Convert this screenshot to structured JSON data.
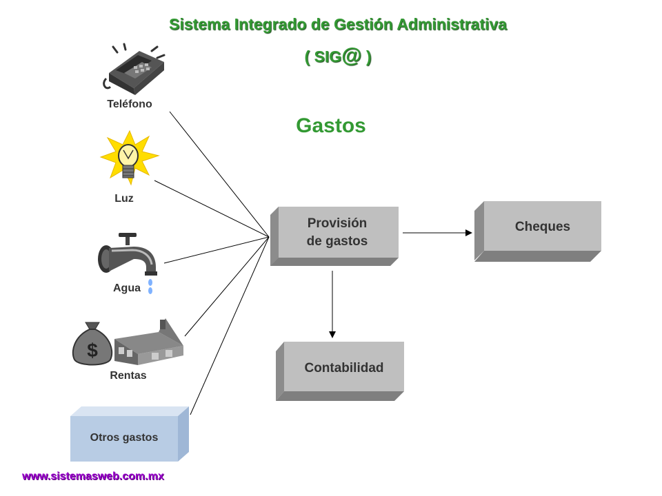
{
  "header": {
    "title": "Sistema Integrado de Gestión Administrativa",
    "subtitle_left": "( SIG",
    "subtitle_at": "@",
    "subtitle_right": " )"
  },
  "diagram": {
    "section_title": "Gastos",
    "sources": [
      {
        "label": "Teléfono",
        "icon": "telephone-icon"
      },
      {
        "label": "Luz",
        "icon": "lightbulb-icon"
      },
      {
        "label": "Agua",
        "icon": "water-faucet-icon"
      },
      {
        "label": "Rentas",
        "icon": "money-bag-house-icon"
      },
      {
        "label": "Otros gastos",
        "icon": "box-3d"
      }
    ],
    "provision_line1": "Provisión",
    "provision_line2": "de gastos",
    "cheques": "Cheques",
    "contabilidad": "Contabilidad"
  },
  "footer": {
    "url": "www.sistemasweb.com.mx"
  },
  "colors": {
    "title": "#339933",
    "footer": "#9900cc",
    "box_gray": "#c0c0c0",
    "box_blue": "#b8cce4"
  }
}
